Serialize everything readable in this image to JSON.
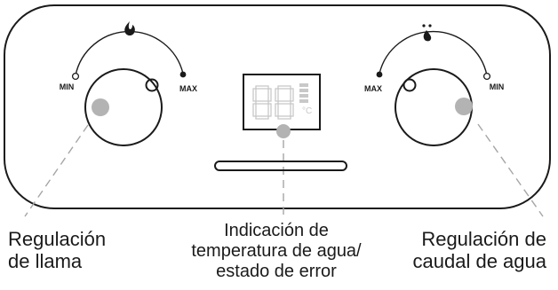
{
  "heater_panel": {
    "left_dial": {
      "icon": "flame-icon",
      "min_label": "MIN",
      "max_label": "MAX"
    },
    "right_dial": {
      "icon": "water-drop-icon",
      "min_label": "MIN",
      "max_label": "MAX"
    },
    "display": {
      "digits": "88",
      "unit_glyph": "°C"
    }
  },
  "labels": {
    "flame_regulation": [
      "Regulación",
      "de llama"
    ],
    "display_indication": [
      "Indicación de",
      "temperatura de agua/",
      "estado de error"
    ],
    "flow_regulation": [
      "Regulación de",
      "caudal de agua"
    ]
  },
  "colors": {
    "outline": "#1a1a1a",
    "marker": "#b3b3b3",
    "lcd": "#c8c8c8"
  }
}
